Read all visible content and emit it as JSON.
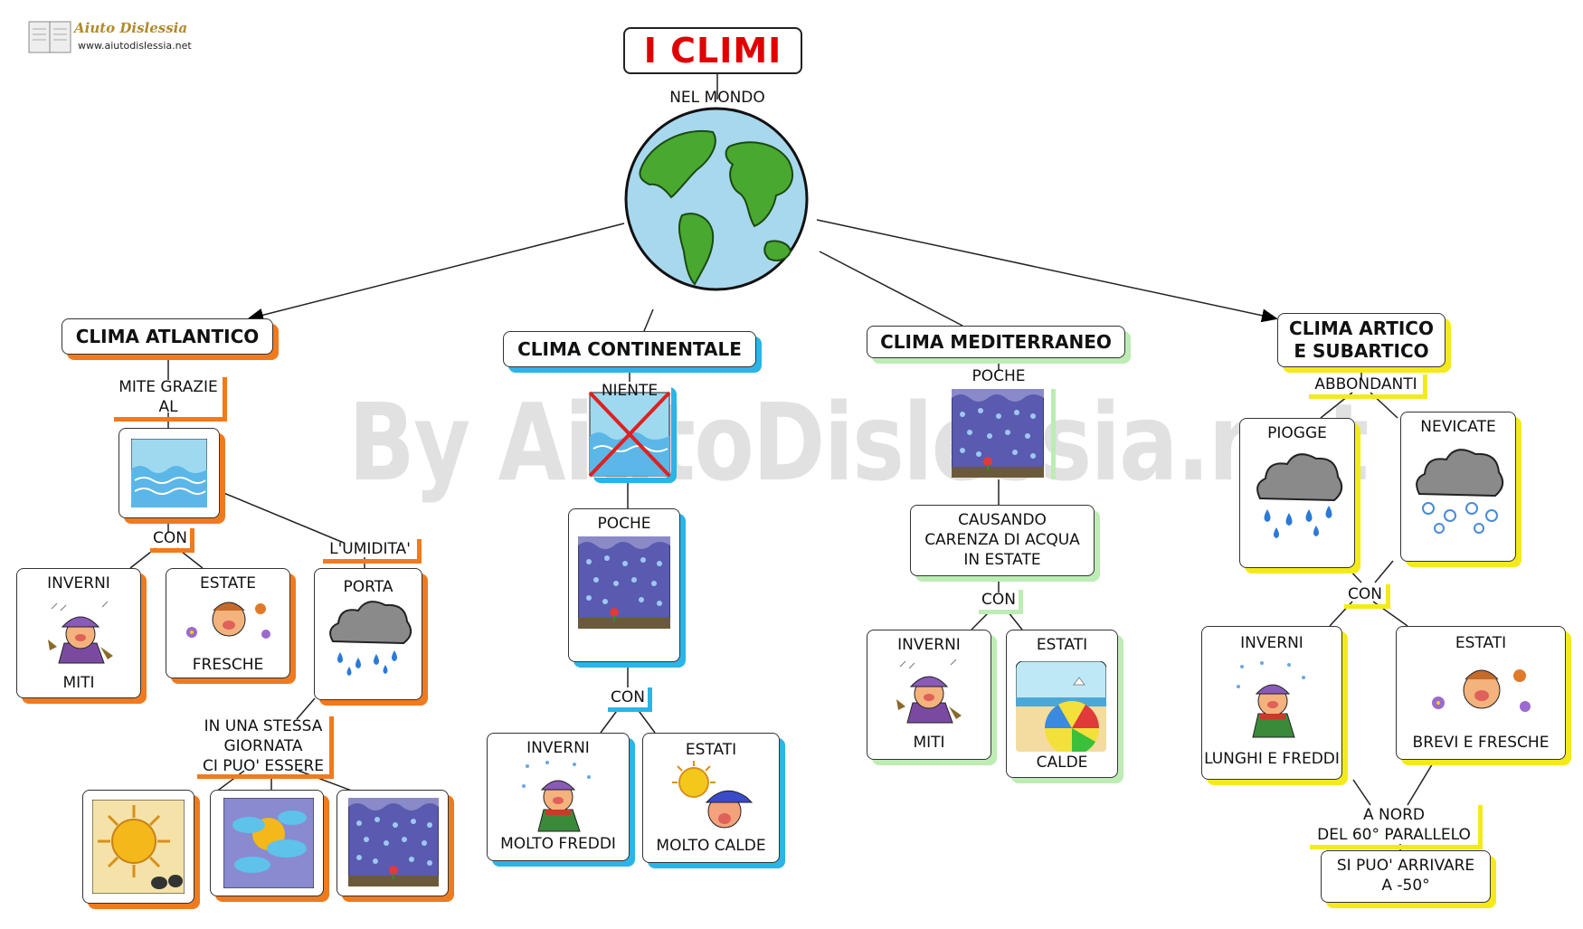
{
  "logo": {
    "name": "Aiuto Dislessia",
    "url": "www.aiutodislessia.net"
  },
  "watermark": "By AiutoDislessia.net",
  "root": {
    "title": "I CLIMI",
    "subtitle": "NEL MONDO"
  },
  "atlantico": {
    "title": "CLIMA ATLANTICO",
    "link1_line1": "MITE GRAZIE",
    "link1_line2": "AL",
    "con": "CON",
    "umidita": "L'UMIDITA'",
    "inverni": "INVERNI",
    "miti": "MITI",
    "estate": "ESTATE",
    "fresche": "FRESCHE",
    "porta": "PORTA",
    "giornata_line1": "IN UNA STESSA",
    "giornata_line2": "GIORNATA",
    "giornata_line3": "CI PUO' ESSERE"
  },
  "continentale": {
    "title": "CLIMA CONTINENTALE",
    "niente": "NIENTE",
    "poche": "POCHE",
    "con": "CON",
    "inverni": "INVERNI",
    "molto_freddi": "MOLTO FREDDI",
    "estati": "ESTATI",
    "molto_calde": "MOLTO CALDE"
  },
  "mediterraneo": {
    "title": "CLIMA MEDITERRANEO",
    "poche": "POCHE",
    "causando_line1": "CAUSANDO",
    "causando_line2": "CARENZA DI ACQUA",
    "causando_line3": "IN ESTATE",
    "con": "CON",
    "inverni": "INVERNI",
    "miti": "MITI",
    "estati": "ESTATI",
    "calde": "CALDE"
  },
  "artico": {
    "title_line1": "CLIMA ARTICO",
    "title_line2": "E SUBARTICO",
    "abbondanti": "ABBONDANTI",
    "piogge": "PIOGGE",
    "nevicate": "NEVICATE",
    "con": "CON",
    "inverni": "INVERNI",
    "lunghi_freddi": "LUNGHI E FREDDI",
    "estati": "ESTATI",
    "brevi_fresche": "BREVI E FRESCHE",
    "nord_line1": "A NORD",
    "nord_line2": "DEL 60° PARALLELO",
    "arrivare_line1": "SI PUO' ARRIVARE",
    "arrivare_line2": "A -50°"
  },
  "colors": {
    "title_red": "#e00000",
    "atlantico": "#f07a1e",
    "continentale": "#2bb4e8",
    "mediterraneo": "#bdecb4",
    "artico": "#f4ea1a"
  }
}
